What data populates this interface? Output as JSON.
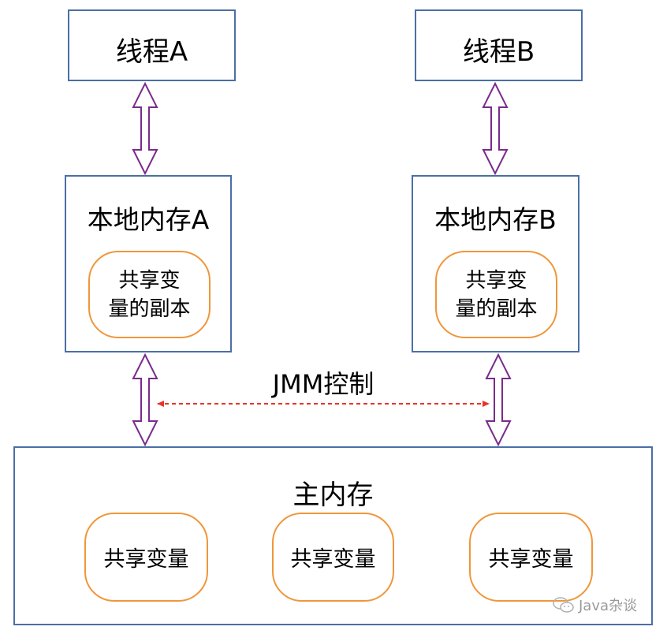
{
  "threads": [
    {
      "label": "线程A"
    },
    {
      "label": "线程B"
    }
  ],
  "local_memories": [
    {
      "label": "本地内存A",
      "copy_label_line1": "共享变",
      "copy_label_line2": "量的副本"
    },
    {
      "label": "本地内存B",
      "copy_label_line1": "共享变",
      "copy_label_line2": "量的副本"
    }
  ],
  "jmm_label": "JMM控制",
  "main_memory": {
    "label": "主内存",
    "variables": [
      {
        "label": "共享变量"
      },
      {
        "label": "共享变量"
      },
      {
        "label": "共享变量"
      }
    ]
  },
  "watermark": {
    "icon": "wechat-icon",
    "text": "Java杂谈"
  },
  "colors": {
    "box_border": "#4a6fa5",
    "bubble_border": "#f0963a",
    "arrow": "#7b2a8c",
    "jmm_dashed": "#e8342a"
  }
}
